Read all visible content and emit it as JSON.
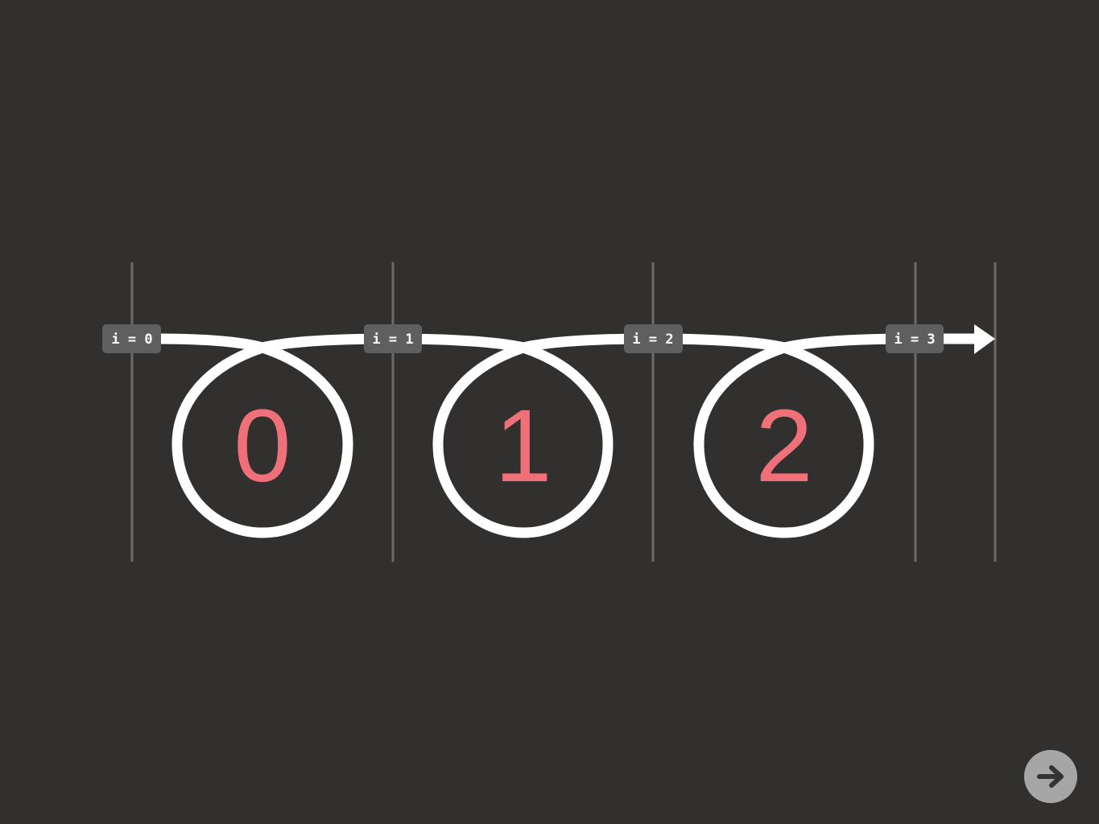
{
  "diagram": {
    "iterations": [
      {
        "label": "i = 0"
      },
      {
        "label": "i = 1"
      },
      {
        "label": "i = 2"
      },
      {
        "label": "i = 3"
      }
    ],
    "loops": [
      {
        "number": "0"
      },
      {
        "number": "1"
      },
      {
        "number": "2"
      }
    ],
    "colors": {
      "background": "#31302f",
      "path": "#ffffff",
      "number": "#f0707a",
      "marker_line": "#6a6a6a",
      "label_bg": "#5f5f5f"
    }
  },
  "navigation": {
    "next_icon": "arrow-right-icon"
  }
}
